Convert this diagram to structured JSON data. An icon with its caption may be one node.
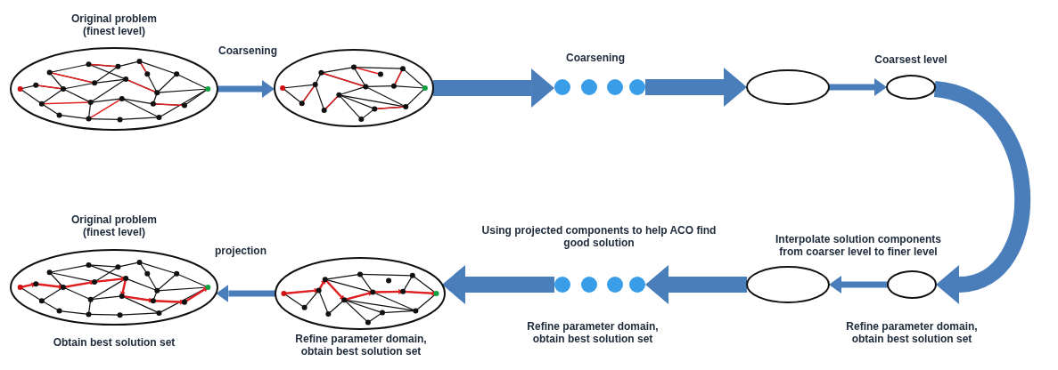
{
  "diagram": {
    "nodes": [
      {
        "text": [
          "Original problem (finest level)"
        ]
      },
      {
        "text": [],
        "shape": "picture"
      },
      {
        "text": [],
        "shape": "circle"
      },
      {
        "text": [],
        "shape": "circle"
      },
      {
        "text": [],
        "shape": "circle"
      },
      {
        "text": [],
        "shape": "circle"
      },
      {
        "text": [],
        "shape": "ellipse"
      },
      {
        "text": [
          "Coarsest level"
        ]
      },
      {
        "text": [],
        "shape": "ellipse",
        "beside": [
          "Refine parameter domain, obtain best solution set"
        ]
      },
      {
        "text": [],
        "shape": "ellipse"
      },
      {
        "text": [],
        "shape": "circle"
      },
      {
        "text": [],
        "shape": "circle"
      },
      {
        "text": [],
        "shape": "circle"
      },
      {
        "text": [],
        "shape": "circle"
      },
      {
        "text": [],
        "shape": "picture",
        "beside": [
          "Refine parameter domain, obtain best solution set"
        ]
      },
      {
        "text": [
          "Original problem (finest level)"
        ],
        "beside": [
          "Obtain best solution set"
        ]
      }
    ],
    "edges": [
      {
        "from": 0,
        "to": 1,
        "arrow": "to",
        "label": "Coarsening"
      },
      {
        "from": 1,
        "to": 2,
        "arrow": "to",
        "label": "Coarsening"
      },
      {
        "from": 5,
        "to": 6,
        "arrow": "to"
      },
      {
        "from": 6,
        "to": 7,
        "arrow": "to"
      },
      {
        "from": 7,
        "to": 8,
        "arrow": "to"
      },
      {
        "from": 8,
        "to": 9,
        "arrow": "to",
        "label": "Interpolate solution components from coarser level to finer level"
      },
      {
        "from": 9,
        "to": 13,
        "arrow": "to"
      },
      {
        "from": 10,
        "to": 14,
        "arrow": "to",
        "label": "Using projected components to help ACO find good solution"
      },
      {
        "from": 14,
        "to": 15,
        "arrow": "to",
        "label": "projection"
      }
    ],
    "labels": [
      "Refine parameter domain, obtain best solution set"
    ]
  }
}
